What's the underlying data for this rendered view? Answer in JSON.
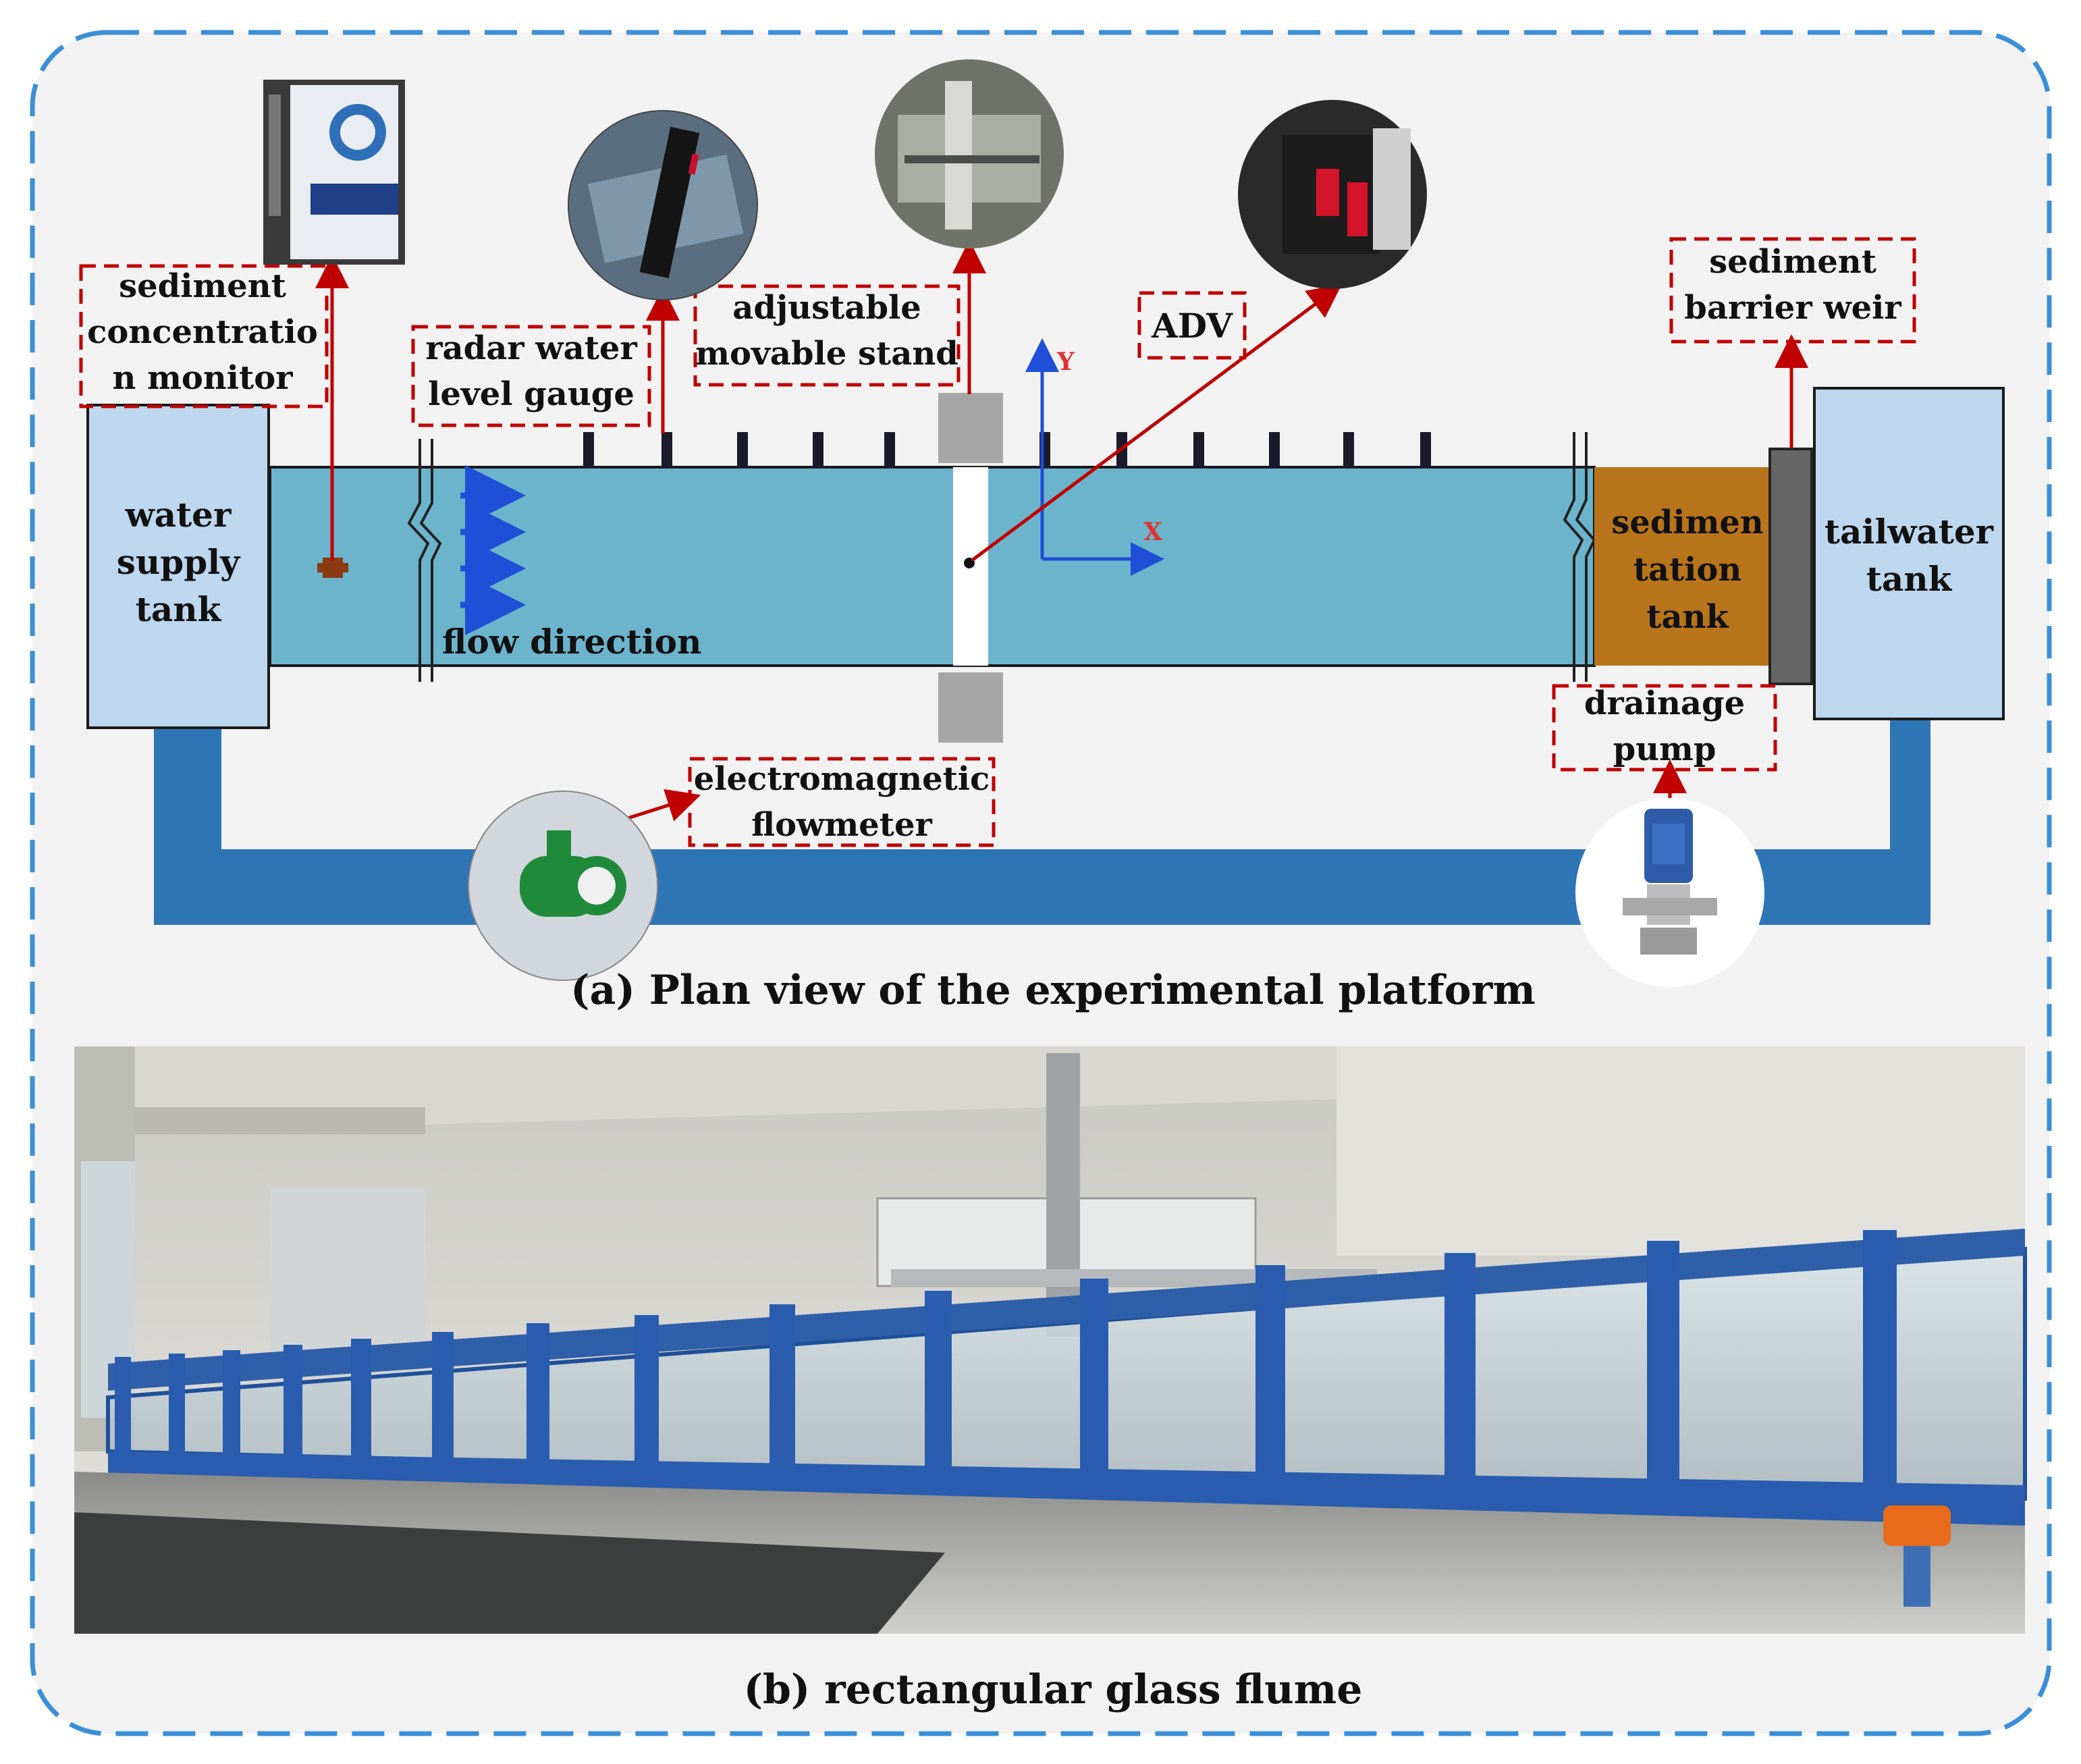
{
  "colors": {
    "frame_border": "#3B8FD9",
    "frame_bg": "#F2F2F2",
    "flume_water": "#6BB4CC",
    "tank_fill": "#BDD7EE",
    "pipe_blue": "#2E75B6",
    "sedimentation_fill": "#B8741A",
    "callout_red": "#C00000",
    "axis_blue": "#1F4FD6",
    "axis_red": "#E03030",
    "flow_arrow_blue": "#1F4FD6",
    "gray_block": "#A6A6A6"
  },
  "panel_a": {
    "caption": "(a)  Plan view of the experimental platform",
    "labels": {
      "water_supply_tank": [
        "water",
        "supply",
        "tank"
      ],
      "tailwater_tank": [
        "tailwater",
        "tank"
      ],
      "sedimentation_tank": [
        "sedimen",
        "tation",
        "tank"
      ],
      "flow_direction": "flow direction"
    },
    "callouts": {
      "sediment_concentration_monitor": [
        "sediment",
        "concentratio",
        "n monitor"
      ],
      "radar_water_level_gauge": [
        "radar water",
        "level gauge"
      ],
      "adjustable_movable_stand": [
        "adjustable",
        "movable stand"
      ],
      "adv": [
        "ADV"
      ],
      "sediment_barrier_weir": [
        "sediment",
        "barrier weir"
      ],
      "drainage_pump": [
        "drainage",
        "pump"
      ],
      "electromagnetic_flowmeter": [
        "electromagnetic",
        "flowmeter"
      ]
    },
    "axes": {
      "x_label": "X",
      "y_label": "Y"
    },
    "photo_icons": [
      "sediment-monitor-photo",
      "radar-gauge-photo",
      "movable-stand-photo",
      "adv-photo",
      "flowmeter-photo",
      "pump-photo"
    ]
  },
  "panel_b": {
    "caption": "(b)  rectangular glass flume"
  }
}
